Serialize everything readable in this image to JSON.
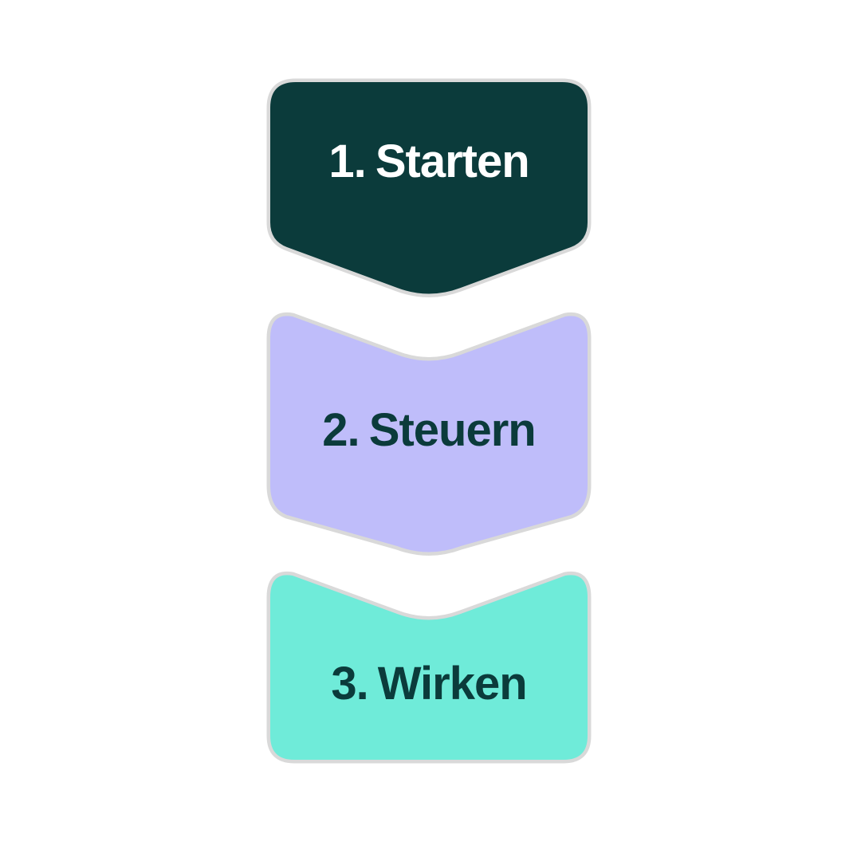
{
  "canvas": {
    "background": "#ffffff"
  },
  "outline": {
    "color": "#d9d9d9"
  },
  "steps": [
    {
      "label": "1. Starten",
      "fill": "#0b3b3b",
      "text_color": "#ffffff"
    },
    {
      "label": "2. Steuern",
      "fill": "#bfbdfa",
      "text_color": "#0b3b3b"
    },
    {
      "label": "3. Wirken",
      "fill": "#6febd9",
      "text_color": "#0b3b3b"
    }
  ]
}
